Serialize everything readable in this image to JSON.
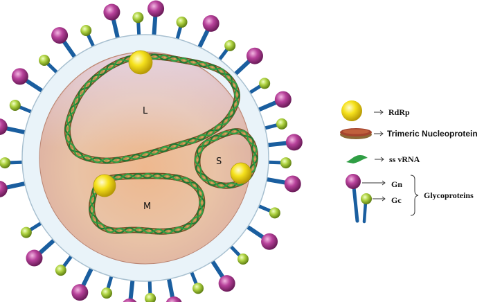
{
  "virion": {
    "segments": [
      {
        "id": "L",
        "label": "L"
      },
      {
        "id": "M",
        "label": "M"
      },
      {
        "id": "S",
        "label": "S"
      }
    ]
  },
  "legend": {
    "rdrp": "RdRp",
    "nucleoprotein": "Trimeric Nucleoprotein",
    "rna": "ss vRNA",
    "gn": "Gn",
    "gc": "Gc",
    "glycoproteins": "Glycoproteins"
  },
  "colors": {
    "membrane": "#e9f3f9",
    "membrane_edge": "#9db8c9",
    "core_center": "#e7b592",
    "core_edge": "#c8927a",
    "core_top": "#e4cfe0",
    "gn": "#b03d92",
    "gc": "#a8cc3c",
    "stalk": "#1a5e9f",
    "rdrp": "#f1da1a",
    "nucleoprotein": "#8c6a36",
    "rna": "#2f9e44"
  }
}
